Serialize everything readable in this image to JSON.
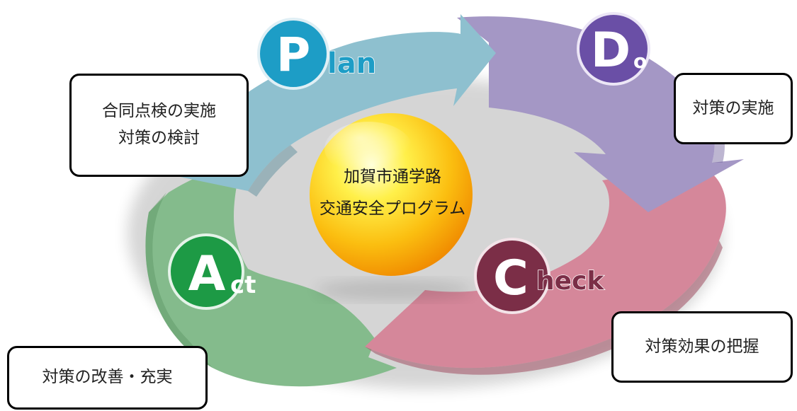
{
  "phases": {
    "plan": {
      "initial": "P",
      "rest": "lan",
      "description_lines": [
        "合同点検の実施",
        "対策の検討"
      ]
    },
    "do": {
      "initial": "D",
      "rest": "o",
      "description_lines": [
        "対策の実施"
      ]
    },
    "check": {
      "initial": "C",
      "rest": "heck",
      "description_lines": [
        "対策効果の把握"
      ]
    },
    "act": {
      "initial": "A",
      "rest": "ct",
      "description_lines": [
        "対策の改善・充実"
      ]
    }
  },
  "center": {
    "lines": [
      "加賀市通学路",
      "交通安全プログラム"
    ]
  },
  "colors": {
    "plan_arrow": "#8ec0cf",
    "do_arrow": "#a497c5",
    "check_arrow": "#d5879a",
    "act_arrow": "#84bb8c",
    "plan_circle": "#1d9dc6",
    "do_circle": "#6a4fa6",
    "check_circle": "#7b2e47",
    "act_circle": "#1d9a45",
    "center_sphere": "#f7b400"
  }
}
